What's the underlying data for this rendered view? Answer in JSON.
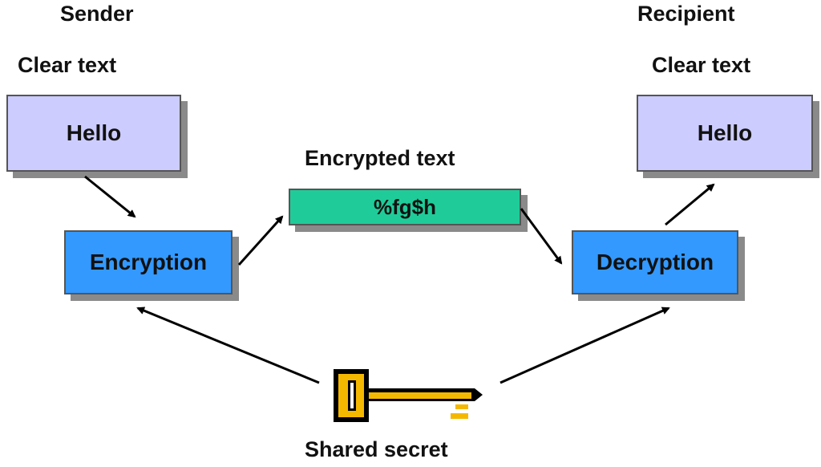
{
  "sender": {
    "heading": "Sender",
    "clear_label": "Clear text",
    "clear_value": "Hello",
    "process": "Encryption"
  },
  "recipient": {
    "heading": "Recipient",
    "clear_label": "Clear text",
    "clear_value": "Hello",
    "process": "Decryption"
  },
  "ciphertext": {
    "label": "Encrypted text",
    "value": "%fg$h"
  },
  "key": {
    "icon": "key-icon",
    "label": "Shared secret"
  },
  "colors": {
    "clear_box": "#ccccff",
    "process_box": "#3399ff",
    "cipher_box": "#1fcc99",
    "key_fill": "#f5b800",
    "shadow": "#8a8a8a"
  }
}
